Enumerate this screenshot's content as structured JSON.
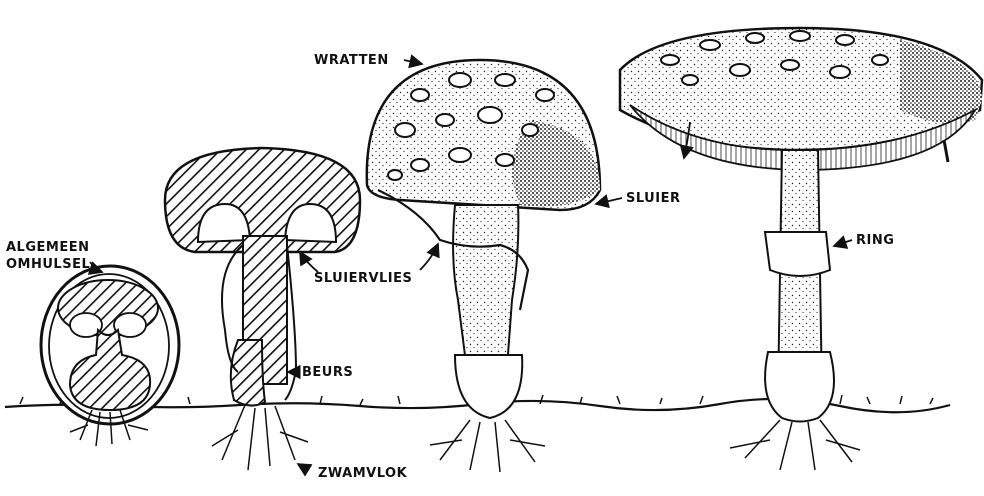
{
  "labels": {
    "algemeen": "ALGEMEEN",
    "omhulsel": "OMHULSEL",
    "sluiervlies": "SLUIERVLIES",
    "beurs": "BEURS",
    "zwamvlok": "ZWAMVLOK",
    "wratten": "WRATTEN",
    "sluier": "SLUIER",
    "ring": "RING"
  },
  "colors": {
    "ink": "#111111",
    "paper": "#ffffff"
  }
}
